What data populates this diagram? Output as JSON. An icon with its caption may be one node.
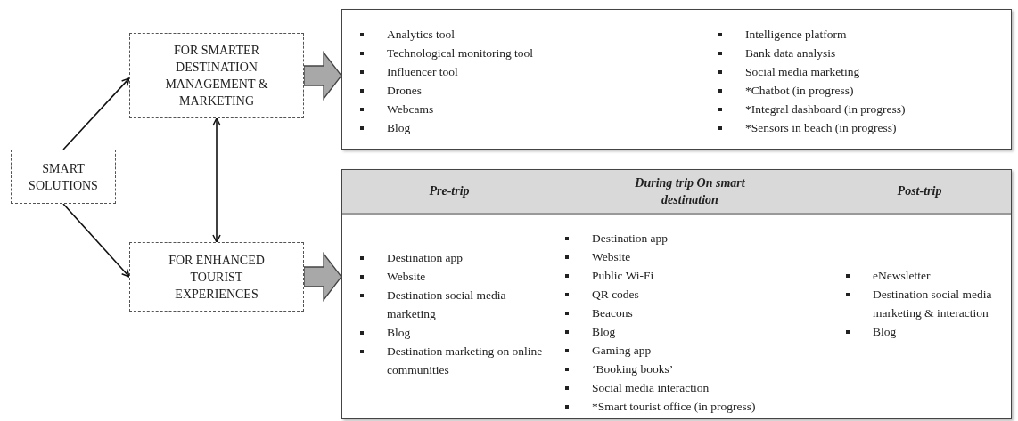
{
  "diagram": {
    "nodes": [
      {
        "text": [
          "SMART SOLUTIONS"
        ]
      },
      {
        "text": [
          "FOR SMARTER DESTINATION MANAGEMENT & MARKETING"
        ]
      },
      {
        "text": [
          "FOR ENHANCED TOURIST EXPERIENCES"
        ]
      },
      {
        "text": [
          "Analytics tool",
          "Technological monitoring tool",
          "Influencer tool",
          "Drones",
          "Webcams",
          "Blog",
          "Intelligence platform",
          "Bank data analysis",
          "Social media marketing",
          "*Chatbot (in progress)",
          "*Integral dashboard (in progress)",
          "*Sensors in beach (in progress)"
        ]
      },
      {
        "text": [],
        "shape": "box"
      },
      {
        "text": [
          "Pre-trip",
          "Destination app",
          "Website",
          "Destination social media marketing",
          "Blog",
          "Destination marketing on online communities"
        ],
        "in": 4
      },
      {
        "text": [
          "During trip On smart destination",
          "Destination app",
          "Website",
          "Public Wi-Fi",
          "QR codes",
          "Beacons",
          "Blog",
          "Gaming app",
          "‘Booking books’",
          "Social media interaction",
          "*Smart tourist office (in progress)"
        ],
        "in": 4
      },
      {
        "text": [
          "Post-trip",
          "eNewsletter",
          "Destination social media marketing & interaction",
          "Blog"
        ],
        "in": 4
      }
    ],
    "edges": [
      {
        "from": 0,
        "to": 1,
        "arrow": "to"
      },
      {
        "from": 0,
        "to": 2,
        "arrow": "to"
      },
      {
        "from": 1,
        "to": 2,
        "arrow": "both"
      },
      {
        "from": 1,
        "to": 3,
        "arrow": "to",
        "style": "thick",
        "color": "#a8a8a8"
      },
      {
        "from": 2,
        "to": 4,
        "arrow": "to",
        "style": "thick",
        "color": "#a8a8a8"
      }
    ]
  }
}
